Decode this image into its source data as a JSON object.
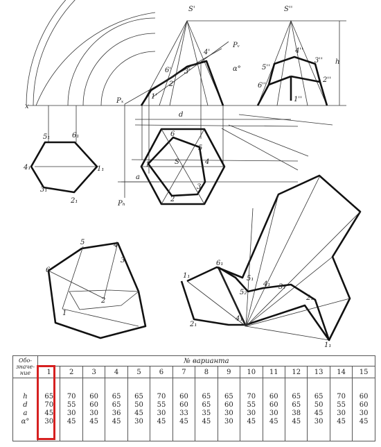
{
  "drawing": {
    "labels": {
      "s1": "S'",
      "s2": "S''",
      "pv": "Pᵥ",
      "px": "Pₓ",
      "ph": "Pₕ",
      "x": "x",
      "h": "h",
      "d": "d",
      "a": "a",
      "alpha": "α°",
      "s": "S",
      "f2": "2'",
      "f3": "3'",
      "f4": "4'",
      "f6": "6'",
      "f1": "1'",
      "p4": "4''",
      "p3": "3''",
      "p5": "5''",
      "p6": "6''",
      "p2": "2''",
      "p1": "1''",
      "t1": "1",
      "t2": "2",
      "t3": "3",
      "t4": "4",
      "t5": "5",
      "t6": "6",
      "l5": "5₁",
      "l6": "6₁",
      "l4": "4₁",
      "l1": "1₁",
      "l3": "3₁",
      "l2": "2₁",
      "i5": "5",
      "i4": "4",
      "i3": "3",
      "i6": "6",
      "i1": "1",
      "i2": "2",
      "d6": "6₁",
      "d1": "1₁",
      "d5": "5₁",
      "d5b": "5₂",
      "d4": "4₁",
      "d3": "3₁",
      "d2": "2₁",
      "d2b": "2₁",
      "d4b": "4₁",
      "d1b": "1₁"
    }
  },
  "table": {
    "label": "Обо-\nзначе-\nние",
    "group_title": "№ варианта",
    "variants": [
      "1",
      "2",
      "3",
      "4",
      "5",
      "6",
      "7",
      "8",
      "9",
      "10",
      "11",
      "12",
      "13",
      "14",
      "15"
    ],
    "params": [
      "h",
      "d",
      "a",
      "α°"
    ],
    "values": [
      [
        "65",
        "70",
        "60",
        "65",
        "65",
        "70",
        "60",
        "65",
        "65",
        "70",
        "60",
        "65",
        "65",
        "70",
        "60"
      ],
      [
        "70",
        "55",
        "60",
        "65",
        "50",
        "55",
        "60",
        "65",
        "60",
        "55",
        "60",
        "65",
        "50",
        "55",
        "60"
      ],
      [
        "45",
        "30",
        "30",
        "36",
        "45",
        "30",
        "33",
        "35",
        "30",
        "30",
        "30",
        "38",
        "45",
        "30",
        "30"
      ],
      [
        "30",
        "45",
        "45",
        "45",
        "30",
        "45",
        "45",
        "45",
        "30",
        "45",
        "45",
        "45",
        "30",
        "45",
        "45"
      ]
    ],
    "highlighted_variant": "1"
  }
}
